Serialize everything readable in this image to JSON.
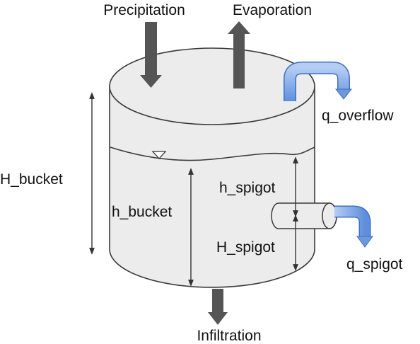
{
  "labels": {
    "precipitation": "Precipitation",
    "evaporation": "Evaporation",
    "q_overflow": "q_overflow",
    "H_bucket": "H_bucket",
    "h_bucket": "h_bucket",
    "h_spigot": "h_spigot",
    "H_spigot": "H_spigot",
    "q_spigot": "q_spigot",
    "infiltration": "Infiltration"
  },
  "colors": {
    "bucket_fill": "#ececec",
    "bucket_stroke": "#3a3a3a",
    "flux_arrow": "#555555",
    "pipe_blue": "#7aa0e0",
    "pipe_blue_dark": "#3d6fc4",
    "dimension_line": "#333333"
  },
  "icons": {
    "water_level": "water-level-triangle-icon"
  }
}
